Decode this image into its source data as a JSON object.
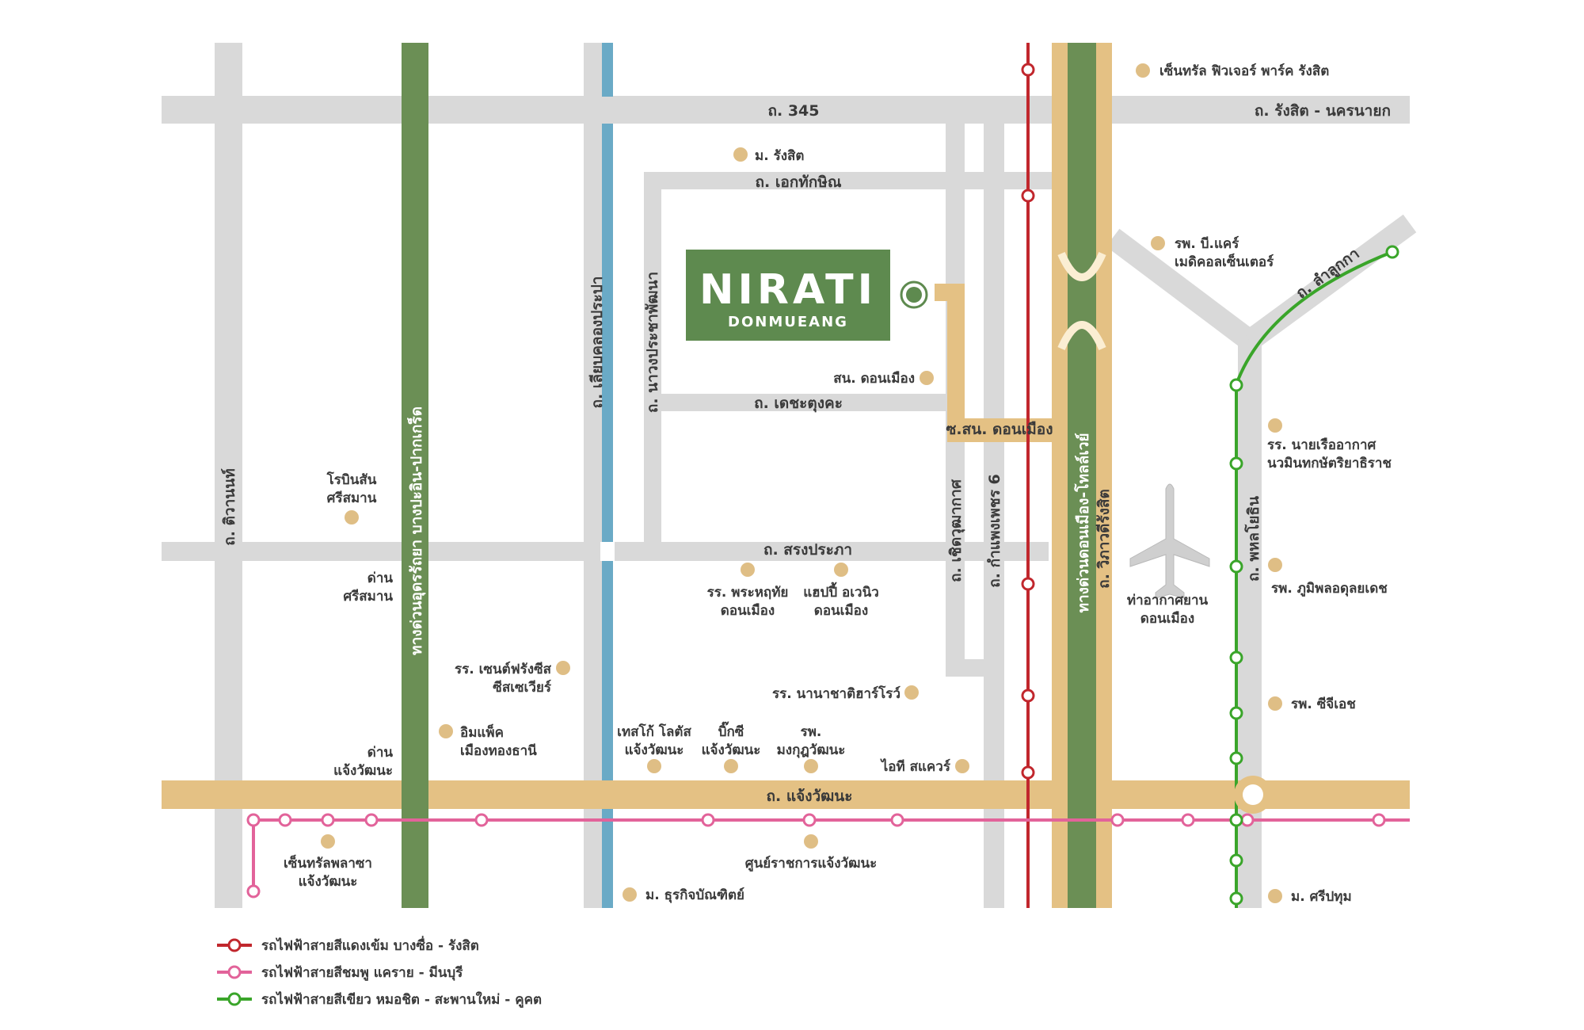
{
  "brand": {
    "name": "NIRATI",
    "sub": "DONMUEANG"
  },
  "roads": {
    "r345": "ถ. 345",
    "rangsit_nakhonnayok": "ถ. รังสิต - นครนายก",
    "ekthakin": "ถ. เอกทักษิณ",
    "techatungkha": "ถ. เดชะตุงคะ",
    "songprapa": "ถ. สรงประภา",
    "chaengwattana": "ถ. แจ้งวัฒนะ",
    "lamlukka": "ถ. ลำลูกกา",
    "tiwanon": "ถ. ติวานนท์",
    "lieb_khlong_prapa": "ถ. เลียบคลองประปา",
    "nawong_prachaphatthana": "ถ. นาวงประชาพัฒนา",
    "chert_wutthakat": "ถ. เชิดวุฒากาศ",
    "kamphaengphet6": "ถ. กำแพงเพชร 6",
    "phahonyothin": "ถ. พหลโยธิน",
    "soi_don_mueang": "ซ.สน. ดอนเมือง",
    "expressway_udon": "ทางด่วนอุดรรัถยา บางปะอิน-ปากเกร็ด",
    "tollway_line1": "ทางด่วนดอนเมือง-โทลล์เวย์",
    "tollway_line2": "ถ. วิภาวดีรังสิต"
  },
  "pois": {
    "central_future_park": "เซ็นทรัล ฟิวเจอร์ พาร์ค รังสิต",
    "rangsit_univ": "ม. รังสิต",
    "bcare_line1": "รพ. บี.แคร์",
    "bcare_line2": "เมดิคอลเซ็นเตอร์",
    "police_station": "สน. ดอนเมือง",
    "navy_school_line1": "รร. นายเรืออากาศ",
    "navy_school_line2": "นวมินทกษัตริยาธิราช",
    "robinson_line1": "โรบินสัน",
    "robinson_line2": "ศรีสมาน",
    "toll_srisaman_line1": "ด่าน",
    "toll_srisaman_line2": "ศรีสมาน",
    "prahruthai_line1": "รร. พระหฤทัย",
    "prahruthai_line2": "ดอนเมือง",
    "happy_avenue_line1": "แฮปปี้ อเวนิว",
    "happy_avenue_line2": "ดอนเมือง",
    "airport_line1": "ท่าอากาศยาน",
    "airport_line2": "ดอนเมือง",
    "bhumibol_hosp": "รพ. ภูมิพลอดุลยเดช",
    "st_francis_line1": "รร. เซนต์ฟรังซีส",
    "st_francis_line2": "ซีสเซเวียร์",
    "harrow": "รร. นานาชาติฮาร์โรว์",
    "cgh_hosp": "รพ. ซีจีเอช",
    "toll_chaeng_line1": "ด่าน",
    "toll_chaeng_line2": "แจ้งวัฒนะ",
    "impact_line1": "อิมแพ็ค",
    "impact_line2": "เมืองทองธานี",
    "lotus_line1": "เทสโก้ โลตัส",
    "lotus_line2": "แจ้งวัฒนะ",
    "bigc_line1": "บิ๊กซี",
    "bigc_line2": "แจ้งวัฒนะ",
    "mongkut_line1": "รพ.",
    "mongkut_line2": "มงกุฎวัฒนะ",
    "it_square": "ไอที สแควร์",
    "central_plaza_line1": "เซ็นทรัลพลาซา",
    "central_plaza_line2": "แจ้งวัฒนะ",
    "govt_center": "ศูนย์ราชการแจ้งวัฒนะ",
    "dpu": "ม. ธุรกิจบัณฑิตย์",
    "sripatum": "ม. ศรีปทุม"
  },
  "legend": [
    {
      "label": "รถไฟฟ้าสายสีแดงเข้ม บางซื่อ - รังสิต",
      "color": "#c1272d"
    },
    {
      "label": "รถไฟฟ้าสายสีชมพู แคราย - มีนบุรี",
      "color": "#e2639a"
    },
    {
      "label": "รถไฟฟ้าสายสีเขียว หมอชิต - สะพานใหม่ - คูคต",
      "color": "#3aa52a"
    }
  ],
  "colors": {
    "road": "#d9d9d9",
    "main_road": "#e4c184",
    "expressway": "#6b8f55",
    "canal": "#6aaac6",
    "poi": "#dfbe85",
    "brand_bg": "#5e8a4f",
    "red_line": "#c1272d",
    "pink_line": "#e2639a",
    "green_line": "#3aa52a"
  },
  "icons": {
    "airport": "airplane-icon",
    "project_location": "location-marker-icon",
    "interchange": "interchange-icon"
  }
}
